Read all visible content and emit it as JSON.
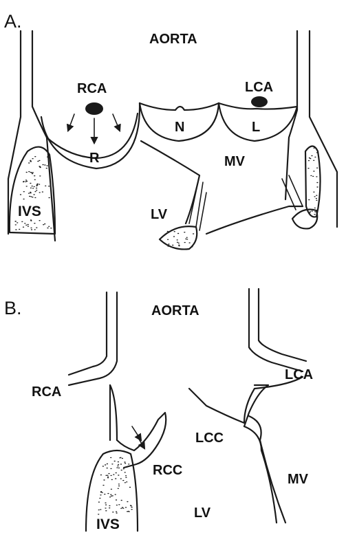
{
  "panel_a": {
    "letter": "A.",
    "aorta": "AORTA",
    "rca": "RCA",
    "lca": "LCA",
    "n": "N",
    "l": "L",
    "r": "R",
    "mv": "MV",
    "lv": "LV",
    "ivs": "IVS"
  },
  "panel_b": {
    "letter": "B.",
    "aorta": "AORTA",
    "rca": "RCA",
    "lca": "LCA",
    "lcc": "LCC",
    "rcc": "RCC",
    "mv": "MV",
    "lv": "LV",
    "ivs": "IVS"
  }
}
